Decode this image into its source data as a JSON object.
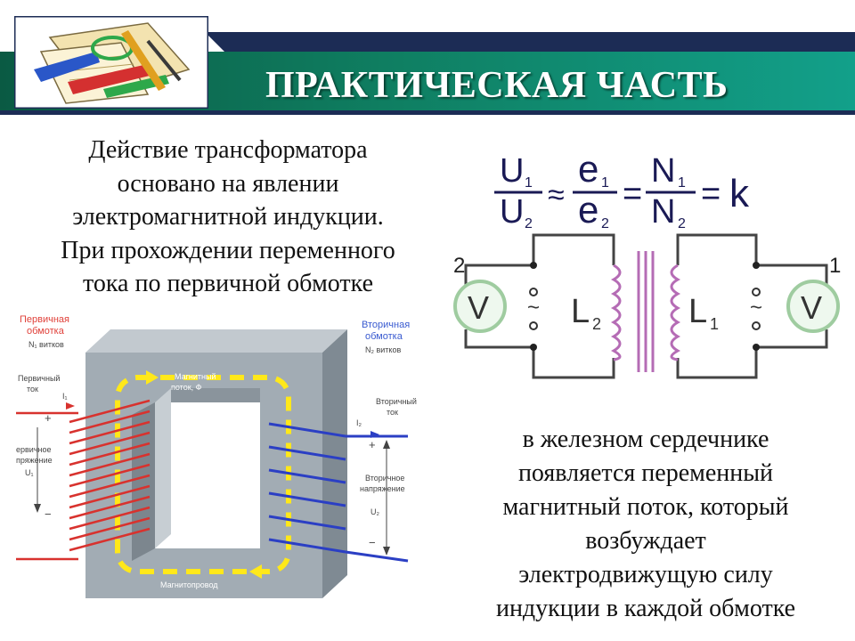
{
  "header": {
    "title": "ПРАКТИЧЕСКАЯ ЧАСТЬ",
    "colors": {
      "dark_green": "#0b6a4f",
      "teal": "#129a86",
      "navy": "#1c2c55",
      "white": "#ffffff"
    }
  },
  "text_left": {
    "lines": [
      "Действие трансформатора",
      "основано на явлении",
      "электромагнитной индукции.",
      "При прохождении переменного",
      "тока по первичной обмотке"
    ]
  },
  "text_right": {
    "lines": [
      "в железном сердечнике",
      "появляется переменный",
      "магнитный поток, который",
      "возбуждает",
      "электродвижущую силу",
      "индукции в каждой обмотке"
    ]
  },
  "formula": {
    "u1": "U",
    "u1_sub": "1",
    "u2": "U",
    "u2_sub": "2",
    "approx": "≈",
    "e1": "e",
    "e1_sub": "1",
    "e2": "e",
    "e2_sub": "2",
    "eq1": "=",
    "n1": "N",
    "n1_sub": "1",
    "n2": "N",
    "n2_sub": "2",
    "eq2": "=",
    "k": "k"
  },
  "circuit": {
    "left_number": "2",
    "right_number": "1",
    "left_meter": "V",
    "right_meter": "V",
    "left_coil": "L",
    "left_coil_sub": "2",
    "right_coil": "L",
    "right_coil_sub": "1",
    "ac_symbol": "~"
  },
  "transformer": {
    "primary_winding_l1": "Первичная",
    "primary_winding_l2": "обмотка",
    "primary_turns": "N₁ витков",
    "primary_current_l1": "Первичный",
    "primary_current_l2": "ток",
    "primary_current_symbol": "I₁",
    "primary_voltage_l1": "ервичное",
    "primary_voltage_l2": "пряжение",
    "primary_voltage_symbol": "U₁",
    "secondary_winding_l1": "Вторичная",
    "secondary_winding_l2": "обмотка",
    "secondary_turns": "N₂ витков",
    "secondary_current_l1": "Вторичный",
    "secondary_current_l2": "ток",
    "secondary_current_symbol": "I₂",
    "secondary_voltage_l1": "Вторичное",
    "secondary_voltage_l2": "напряжение",
    "secondary_voltage_symbol": "U₂",
    "flux_l1": "Магнитный",
    "flux_l2": "поток, Ф",
    "core_label": "Магнитопровод",
    "plus": "+",
    "minus": "−",
    "colors": {
      "primary": "#d8322e",
      "secondary": "#2b3fc4",
      "flux": "#ffe81a",
      "label_red": "#e0413a",
      "label_blue": "#3a5bd0",
      "core": "#9ca6ae"
    }
  }
}
